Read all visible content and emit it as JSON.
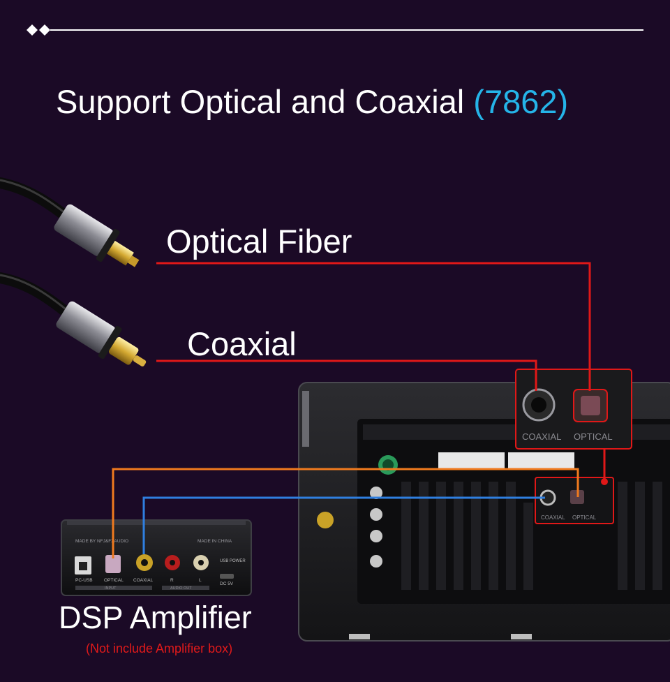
{
  "header": {
    "title_main": "Support Optical and Coaxial",
    "title_accent": "(7862)"
  },
  "cables": {
    "optical_label": "Optical Fiber",
    "coaxial_label": "Coaxial"
  },
  "amplifier": {
    "title": "DSP Amplifier",
    "note": "(Not include Amplifier box)",
    "top_left_print": "MADE BY NFJ&FXAUDIO",
    "top_right_print": "MADE IN CHINA",
    "port_labels": [
      "PC-USB",
      "OPTICAL",
      "COAXIAL",
      "R",
      "L",
      "DC 5V"
    ],
    "usb_power_label": "USB POWER",
    "input_group": "INPUT",
    "audio_out_group": "AUDIO OUT"
  },
  "head_unit": {
    "coaxial_port_label": "COAXIAL",
    "optical_port_label": "OPTICAL"
  },
  "colors": {
    "background": "#1b0a26",
    "accent_blue": "#25b4e8",
    "line_red": "#e01818",
    "line_orange": "#f07a1e",
    "line_blue": "#2f7fe0",
    "note_red": "#e21a1a"
  }
}
